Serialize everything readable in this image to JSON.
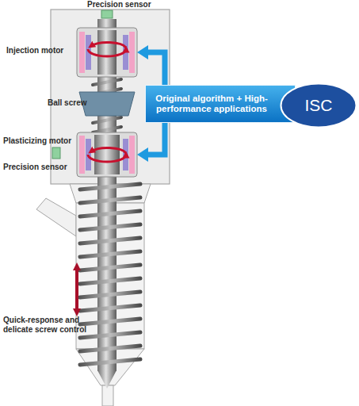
{
  "diagram": {
    "nodes": [
      {
        "text": [
          "Injection motor"
        ]
      },
      {
        "text": [
          "Original algorithm + High-performance applications"
        ]
      },
      {
        "text": [
          "ISC"
        ]
      },
      {
        "text": [
          "Plasticizing motor"
        ]
      }
    ],
    "edges": [
      {
        "from": 1,
        "to": 0,
        "arrow": "to"
      },
      {
        "from": 1,
        "to": 3,
        "arrow": "to"
      }
    ],
    "labels": [
      "Precision sensor",
      "Ball screw",
      "Precision sensor",
      "Quick-response and delicate screw control"
    ]
  }
}
